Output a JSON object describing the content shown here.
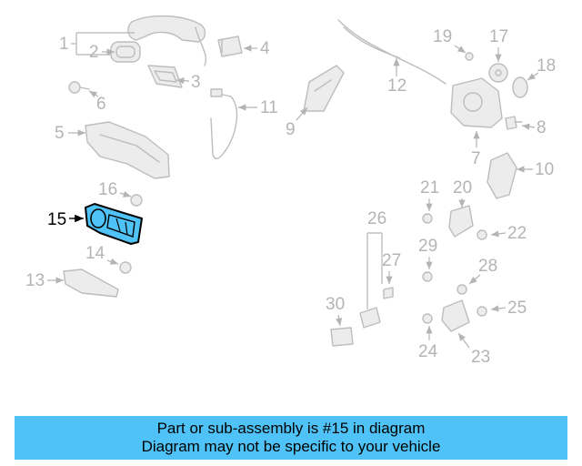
{
  "diagram": {
    "highlighted_part": "15",
    "callouts": [
      "1",
      "2",
      "3",
      "4",
      "5",
      "6",
      "7",
      "8",
      "9",
      "10",
      "11",
      "12",
      "13",
      "14",
      "15",
      "16",
      "17",
      "18",
      "19",
      "20",
      "21",
      "22",
      "23",
      "24",
      "25",
      "26",
      "27",
      "28",
      "29",
      "30"
    ]
  },
  "colors": {
    "banner_bg": "#4fc3f7",
    "highlight_fill": "#4fc3f7",
    "line_gray": "#bdbdbd"
  },
  "banner": {
    "line1": "Part or sub-assembly is #15 in diagram",
    "line2": "Diagram may not be specific to your vehicle"
  }
}
